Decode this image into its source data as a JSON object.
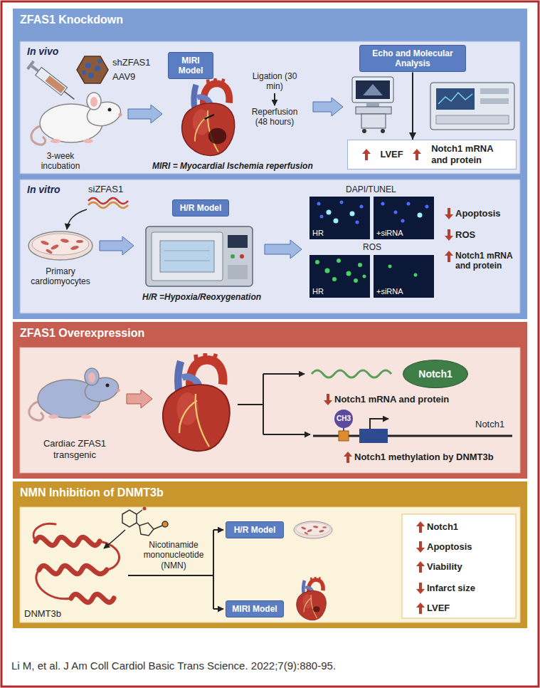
{
  "diagram": {
    "caption": "Li M, et al. J Am Coll Cardiol Basic Trans Science. 2022;7(9):880-95.",
    "nodes": [
      {
        "text": [
          "ZFAS1 Knockdown"
        ]
      },
      {
        "text": [
          "In vivo"
        ],
        "in": 0
      },
      {
        "text": [
          "MIRI Model"
        ],
        "in": 1
      },
      {
        "text": [
          "Echo and Molecular Analysis"
        ],
        "in": 1
      },
      {
        "text": [
          "LVEF",
          "Notch1 mRNA and protein"
        ],
        "in": 1
      },
      {
        "text": [
          "In vitro"
        ],
        "in": 0
      },
      {
        "text": [
          "H/R Model"
        ],
        "in": 5
      },
      {
        "text": [
          "ZFAS1 Overexpression"
        ]
      },
      {
        "text": [
          "Notch1"
        ],
        "in": 7
      },
      {
        "text": [
          "NMN Inhibition of DNMT3b"
        ]
      },
      {
        "text": [
          "H/R Model"
        ],
        "in": 9
      },
      {
        "text": [
          "MIRI Model"
        ],
        "in": 9
      }
    ],
    "edges": [
      {
        "from": 3,
        "to": 4,
        "arrow": "to"
      }
    ],
    "labels": [
      "shZFAS1",
      "AAV9",
      "3-week incubation",
      "Ligation (30 min)",
      "Reperfusion (48 hours)",
      "MIRI = Myocardial Ischemia reperfusion",
      "siZFAS1",
      "Primary cardiomyocytes",
      "H/R =Hypoxia/Reoxygenation",
      "DAPI/TUNEL",
      "HR",
      "+siRNA",
      "ROS",
      "HR",
      "+siRNA",
      "Apoptosis",
      "ROS",
      "Notch1 mRNA and protein",
      "Cardiac ZFAS1 transgenic",
      "Notch1 mRNA and protein",
      "CH3",
      "Notch1",
      "Notch1 methylation by DNMT3b",
      "Nicotinamide mononucleotide (NMN)",
      "DNMT3b",
      "Notch1",
      "Apoptosis",
      "Viability",
      "Infarct size",
      "LVEF"
    ]
  }
}
